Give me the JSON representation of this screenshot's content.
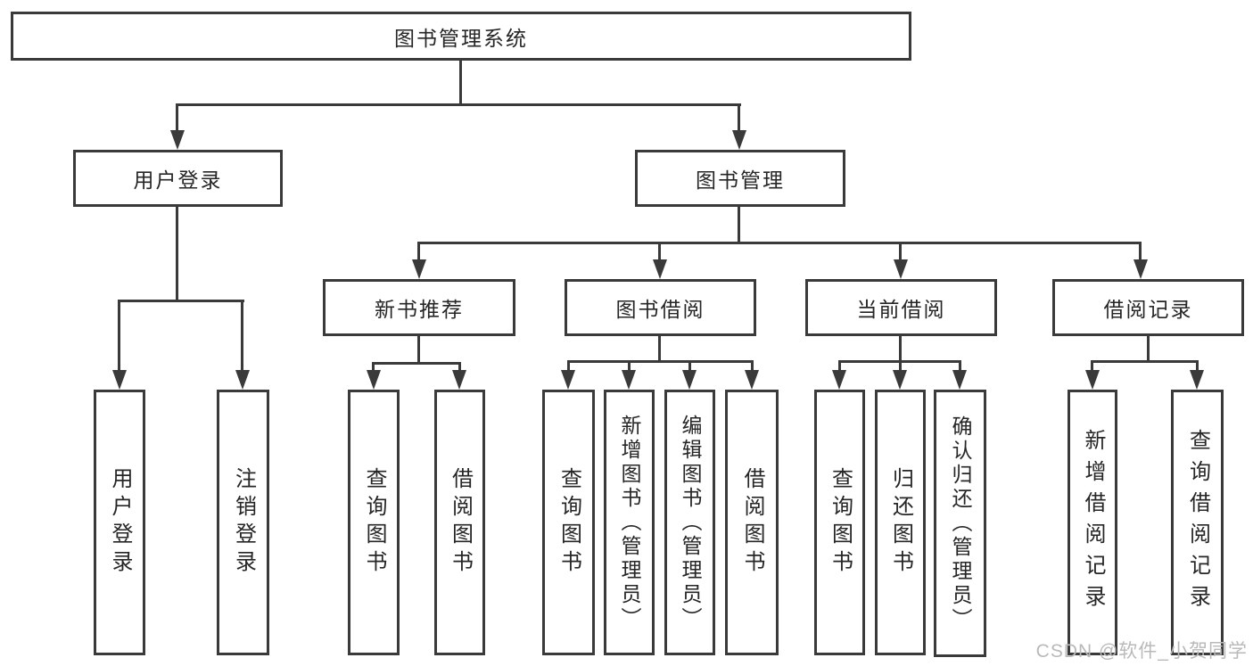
{
  "diagram": {
    "root": {
      "label": "图书管理系统",
      "children": [
        {
          "label": "用户登录",
          "children": [
            {
              "label": "用户登录"
            },
            {
              "label": "注销登录"
            }
          ]
        },
        {
          "label": "图书管理",
          "children": [
            {
              "label": "新书推荐",
              "children": [
                {
                  "label": "查询图书"
                },
                {
                  "label": "借阅图书"
                }
              ]
            },
            {
              "label": "图书借阅",
              "children": [
                {
                  "label": "查询图书"
                },
                {
                  "label": "新增图书（管理员）"
                },
                {
                  "label": "编辑图书（管理员）"
                },
                {
                  "label": "借阅图书"
                }
              ]
            },
            {
              "label": "当前借阅",
              "children": [
                {
                  "label": "查询图书"
                },
                {
                  "label": "归还图书"
                },
                {
                  "label": "确认归还（管理员）"
                }
              ]
            },
            {
              "label": "借阅记录",
              "children": [
                {
                  "label": "新增借阅记录"
                },
                {
                  "label": "查询借阅记录"
                }
              ]
            }
          ]
        }
      ]
    }
  },
  "watermark": "CSDN @软件_小贺同学",
  "colors": {
    "line": "#3a3a3a",
    "text": "#262626",
    "background": "#ffffff",
    "watermark": "#b9b9b9"
  }
}
